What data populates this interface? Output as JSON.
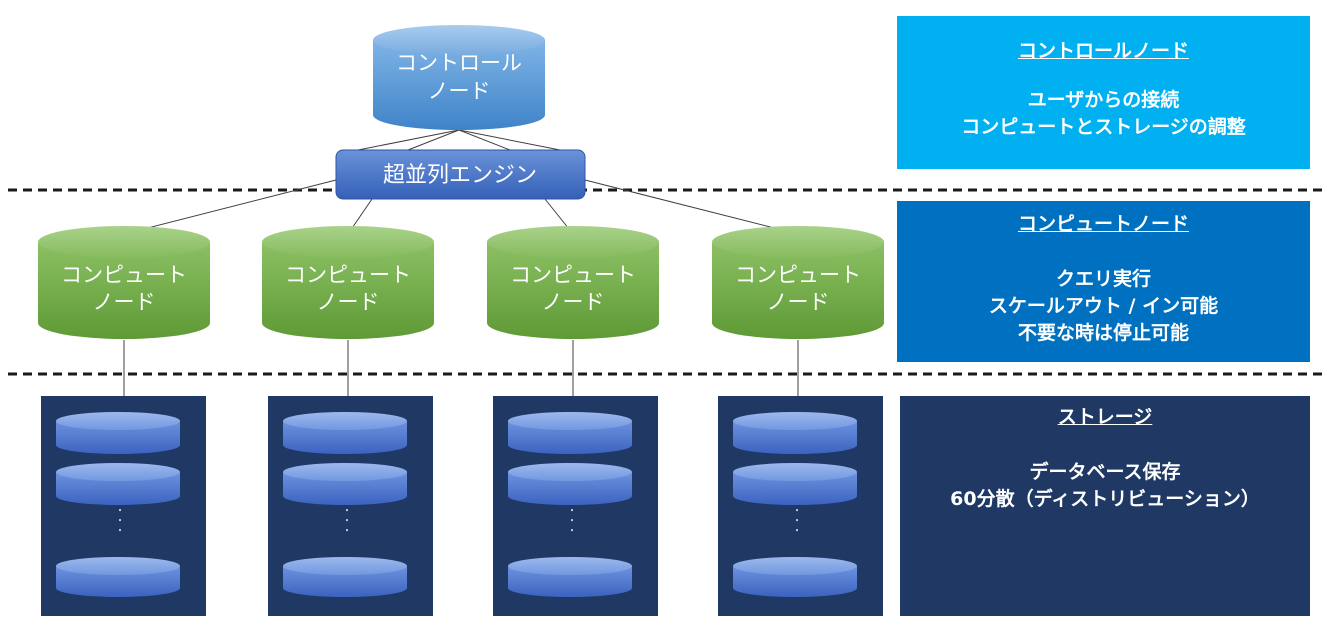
{
  "control_node": {
    "label_line1": "コントロール",
    "label_line2": "ノード"
  },
  "engine": {
    "label": "超並列エンジン"
  },
  "compute_nodes": [
    {
      "label_line1": "コンピュート",
      "label_line2": "ノード"
    },
    {
      "label_line1": "コンピュート",
      "label_line2": "ノード"
    },
    {
      "label_line1": "コンピュート",
      "label_line2": "ノード"
    },
    {
      "label_line1": "コンピュート",
      "label_line2": "ノード"
    }
  ],
  "storage_ellipsis": "・・・",
  "panels": {
    "control": {
      "title": "コントロールノード",
      "lines": [
        "ユーザからの接続",
        "コンピュートとストレージの調整"
      ]
    },
    "compute": {
      "title": "コンピュートノード",
      "lines": [
        "クエリ実行",
        "スケールアウト / イン可能",
        "不要な時は停止可能"
      ]
    },
    "storage": {
      "title": "ストレージ",
      "lines": [
        "データベース保存",
        "60分散（ディストリビューション）"
      ]
    }
  },
  "colors": {
    "control_panel": "#00b0f0",
    "compute_panel": "#0070c0",
    "storage_panel": "#1f3864",
    "storage_box": "#1f3864",
    "compute_node": "#70ad47",
    "control_node": "#5b9bd5",
    "engine": "#4472c4",
    "disk": "#4472c4"
  }
}
